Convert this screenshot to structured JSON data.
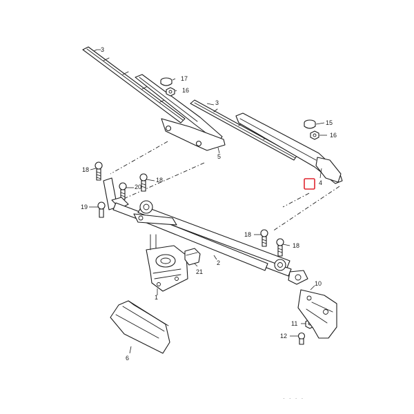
{
  "labels": {
    "p1": "1",
    "p2": "2",
    "p3a": "3",
    "p3b": "3",
    "p4": "4",
    "p5": "5",
    "p6": "6",
    "p10": "10",
    "p11": "11",
    "p12": "12",
    "p15": "15",
    "p16a": "16",
    "p16b": "16",
    "p17": "17",
    "p18a": "18",
    "p18b": "18",
    "p18c": "18",
    "p18d": "18",
    "p19": "19",
    "p20": "20",
    "p21": "21"
  },
  "footer_text": "· · · ·",
  "colors": {
    "line": "#1a1a1a",
    "highlight_box": "#e0242e",
    "shade": "#d9d9d9"
  }
}
